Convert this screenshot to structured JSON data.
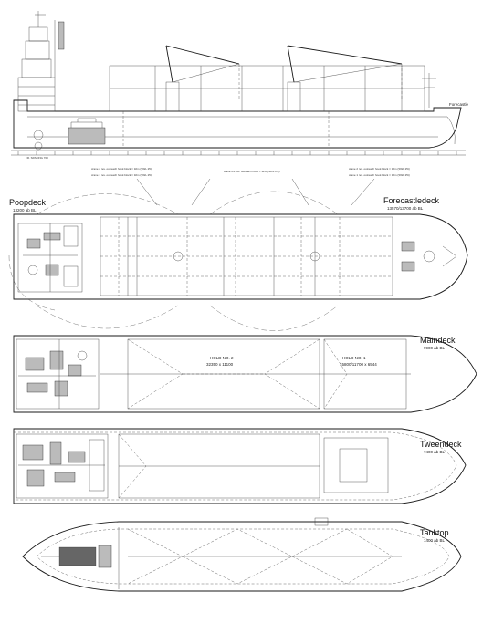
{
  "profile": {
    "right_label": "Forecastle",
    "frame_note": "FR. SPACING 700"
  },
  "poopdeck": {
    "title": "Poopdeck",
    "height_note": "13200 ab BL"
  },
  "forecastle": {
    "title": "Forecastledeck",
    "height_note": "13570/13700 ab BL"
  },
  "maindeck": {
    "title": "Maindeck",
    "height_note": "9900 ab BL",
    "hold2_label": "HOLD NO. 2",
    "hold2_dims": "32350 x 11100",
    "hold1_label": "HOLD NO. 1",
    "hold1_dims": "15800/11700 x 6544"
  },
  "tweendeck": {
    "title": "Tweendeck",
    "height_note": "7400 ab BL"
  },
  "tanktop": {
    "title": "Tanktop",
    "height_note": "1400 ab BL"
  },
  "annotations": [
    "crane 2 rev. outreach hook block = 32m (SWL 25t)",
    "crane 1 rev. outreach hook block = 32m (SWL 25t)",
    "crane 2/1 rev. outreach hook = 32m (SWL 25t)",
    "hatch cover 2 / hatch cover 1"
  ]
}
